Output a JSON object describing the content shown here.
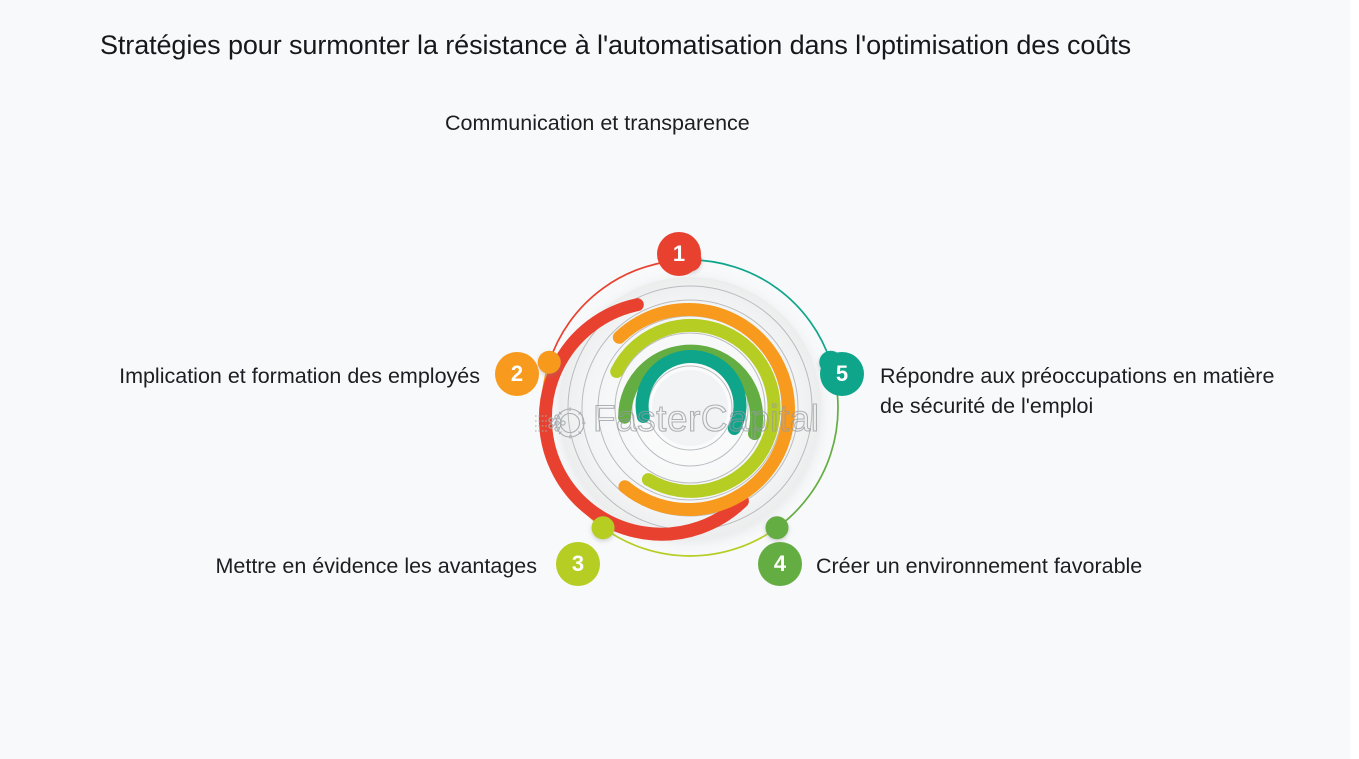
{
  "page": {
    "background": "#f8f9fa",
    "title": "Stratégies pour surmonter la résistance à l'automatisation dans l'optimisation des coûts",
    "subtitle": "Communication et transparence"
  },
  "watermark": {
    "text": "FasterCapital",
    "logo_name": "gear-network-logo",
    "color": "#969ba0"
  },
  "diagram": {
    "type": "radial-cycle",
    "node_count": 5,
    "center_fill": "#f1f2f3",
    "guide_ring_color": "#b9bcbf",
    "nodes": [
      {
        "number": "1",
        "label": "Communication et transparence",
        "color": "#e8412f",
        "position": "top",
        "angle_deg": 90,
        "label_placement": "top-center"
      },
      {
        "number": "2",
        "label": "Implication et formation des employés",
        "color": "#f79a1e",
        "position": "left",
        "angle_deg": 162,
        "label_placement": "left"
      },
      {
        "number": "3",
        "label": "Mettre en évidence les avantages",
        "color": "#b6cd23",
        "position": "bottom-left",
        "angle_deg": 234,
        "label_placement": "left"
      },
      {
        "number": "4",
        "label": "Créer un environnement favorable",
        "color": "#63ad42",
        "position": "bottom-right",
        "angle_deg": 306,
        "label_placement": "right"
      },
      {
        "number": "5",
        "label": "Répondre aux préoccupations en matière de sécurité de l'emploi",
        "color": "#0ea58b",
        "position": "right",
        "angle_deg": 18,
        "label_placement": "right"
      }
    ],
    "arcs": [
      {
        "name": "arc-red",
        "color": "#e8412f",
        "radius": 116,
        "thickness": 13,
        "start_deg": 117,
        "sweep_deg": 262
      },
      {
        "name": "arc-orange",
        "color": "#f79a1e",
        "radius": 100,
        "thickness": 13,
        "start_deg": 135,
        "sweep_deg": 253
      },
      {
        "name": "arc-lime",
        "color": "#b6cd23",
        "radius": 83,
        "thickness": 13,
        "start_deg": 152,
        "sweep_deg": 250
      },
      {
        "name": "arc-green",
        "color": "#63ad42",
        "radius": 66,
        "thickness": 13,
        "start_deg": 172,
        "sweep_deg": 196
      },
      {
        "name": "arc-teal",
        "color": "#0ea58b",
        "radius": 49,
        "thickness": 13,
        "start_deg": 190,
        "sweep_deg": 186
      }
    ],
    "connector_ring": {
      "name": "connector-ring",
      "radius": 148,
      "thickness": 1.6,
      "segments": [
        {
          "from_node": 1,
          "to_node": 5,
          "color": "#0ea58b"
        },
        {
          "from_node": 5,
          "to_node": 4,
          "color": "#63ad42"
        },
        {
          "from_node": 4,
          "to_node": 3,
          "color": "#b6cd23"
        },
        {
          "from_node": 3,
          "to_node": 2,
          "color": "#f79a1e"
        },
        {
          "from_node": 2,
          "to_node": 1,
          "color": "#e8412f"
        }
      ]
    }
  }
}
